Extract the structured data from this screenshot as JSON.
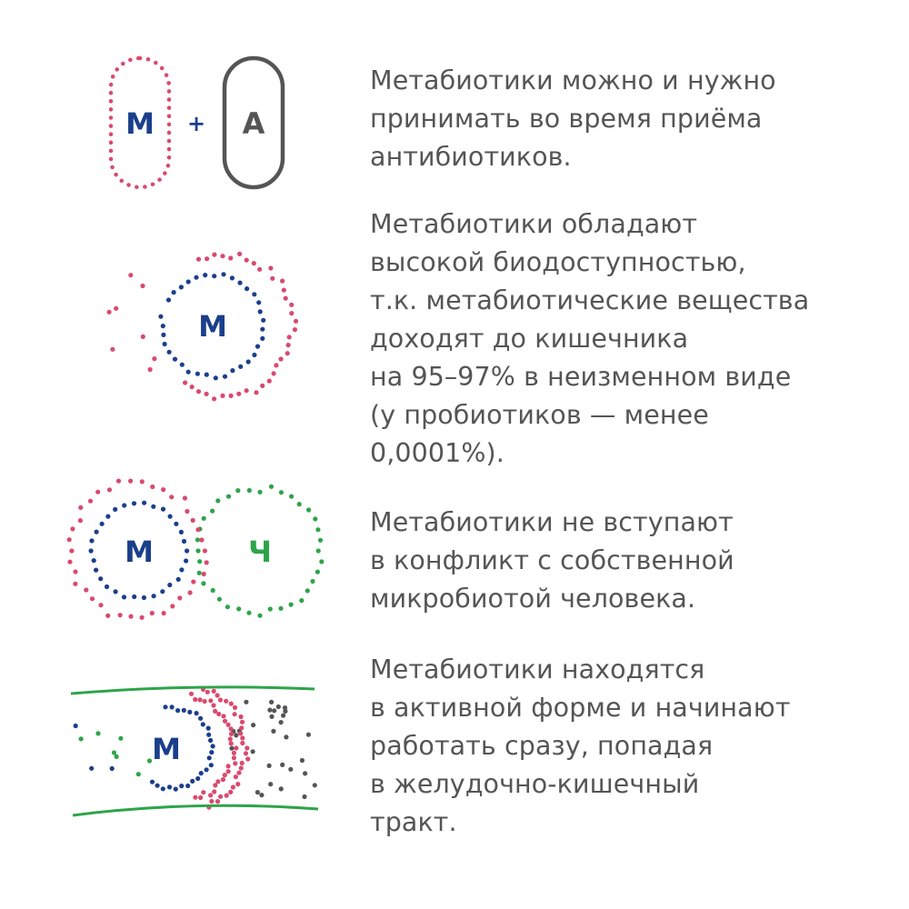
{
  "colors": {
    "text": "#555555",
    "pink": "#d94a6e",
    "blue": "#1b3f8b",
    "green": "#2ea44a",
    "gray": "#555555",
    "capsule": "#555555"
  },
  "items": [
    {
      "icon_labels": [
        "М",
        "+",
        "А"
      ],
      "text": "Метабиотики можно и нужно\nпринимать во время приёма\nантибиотиков."
    },
    {
      "icon_labels": [
        "М"
      ],
      "text": "Метабиотики обладают\nвысокой биодоступностью,\nт.к. метабиотические вещества\nдоходят до кишечника\nна 95–97% в неизменном виде\n(у пробиотиков — менее\n0,0001%)."
    },
    {
      "icon_labels": [
        "М",
        "Ч"
      ],
      "text": "Метабиотики не вступают\nв конфликт с собственной\nмикробиотой человека."
    },
    {
      "icon_labels": [
        "М"
      ],
      "text": "Метабиотики находятся\nв активной форме и начинают\nработать сразу, попадая\nв желудочно-кишечный\nтракт."
    }
  ]
}
